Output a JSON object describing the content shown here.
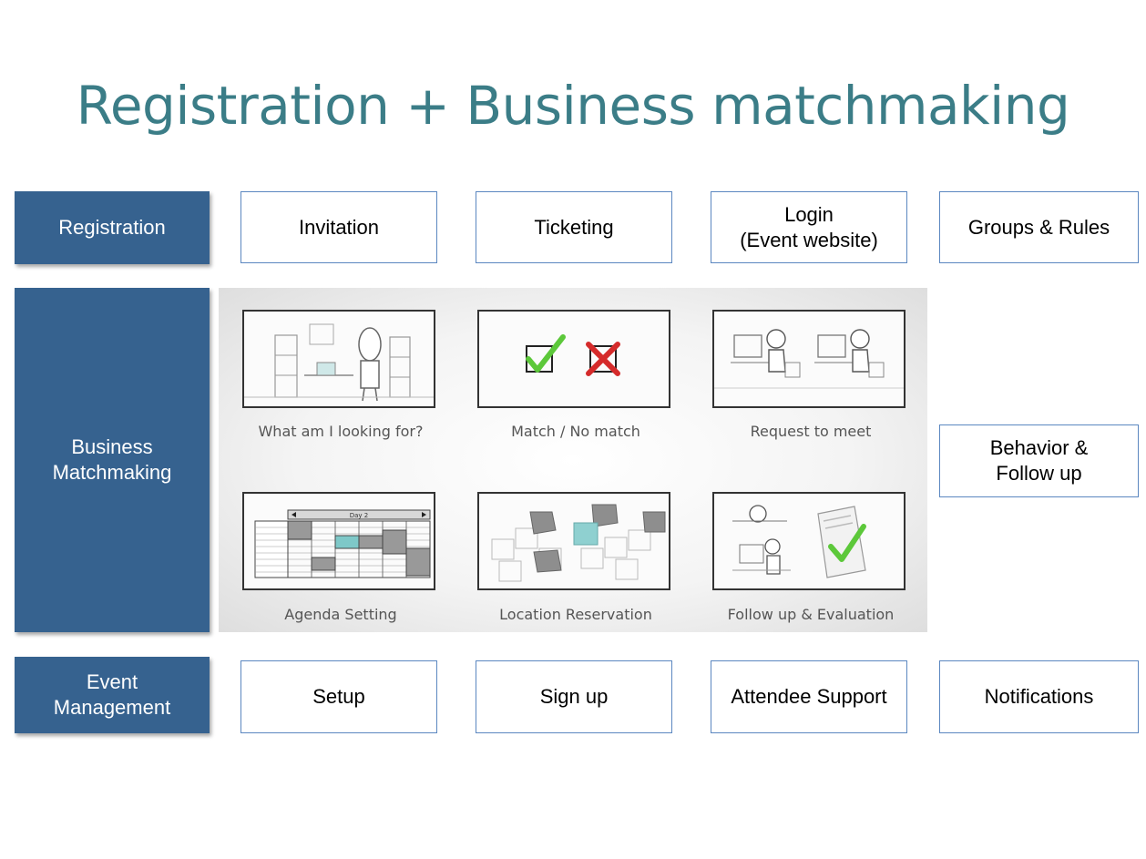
{
  "title": "Registration + Business matchmaking",
  "rows": {
    "registration": {
      "category": "Registration",
      "items": [
        "Invitation",
        "Ticketing",
        "Login\n(Event website)",
        "Groups & Rules"
      ]
    },
    "matchmaking": {
      "category": "Business\nMatchmaking",
      "side_item": "Behavior &\nFollow up",
      "steps": [
        {
          "caption": "What am I looking for?",
          "icon": "office-person-icon"
        },
        {
          "caption": "Match  / No match",
          "icon": "check-cross-icon"
        },
        {
          "caption": "Request to meet",
          "icon": "two-people-desks-icon"
        },
        {
          "caption": "Agenda Setting",
          "icon": "agenda-grid-icon"
        },
        {
          "caption": "Location Reservation",
          "icon": "seats-layout-icon"
        },
        {
          "caption": "Follow up & Evaluation",
          "icon": "evaluation-check-icon"
        }
      ],
      "agenda_day_label": "Day 2"
    },
    "event_management": {
      "category": "Event\nManagement",
      "items": [
        "Setup",
        "Sign up",
        "Attendee Support",
        "Notifications"
      ]
    }
  },
  "colors": {
    "title": "#3b7d87",
    "category_fill": "#36628f",
    "box_border": "#5b87c0",
    "check_green": "#5cc83a",
    "cross_red": "#d52b2b",
    "highlight_teal": "#7ec8c8"
  }
}
